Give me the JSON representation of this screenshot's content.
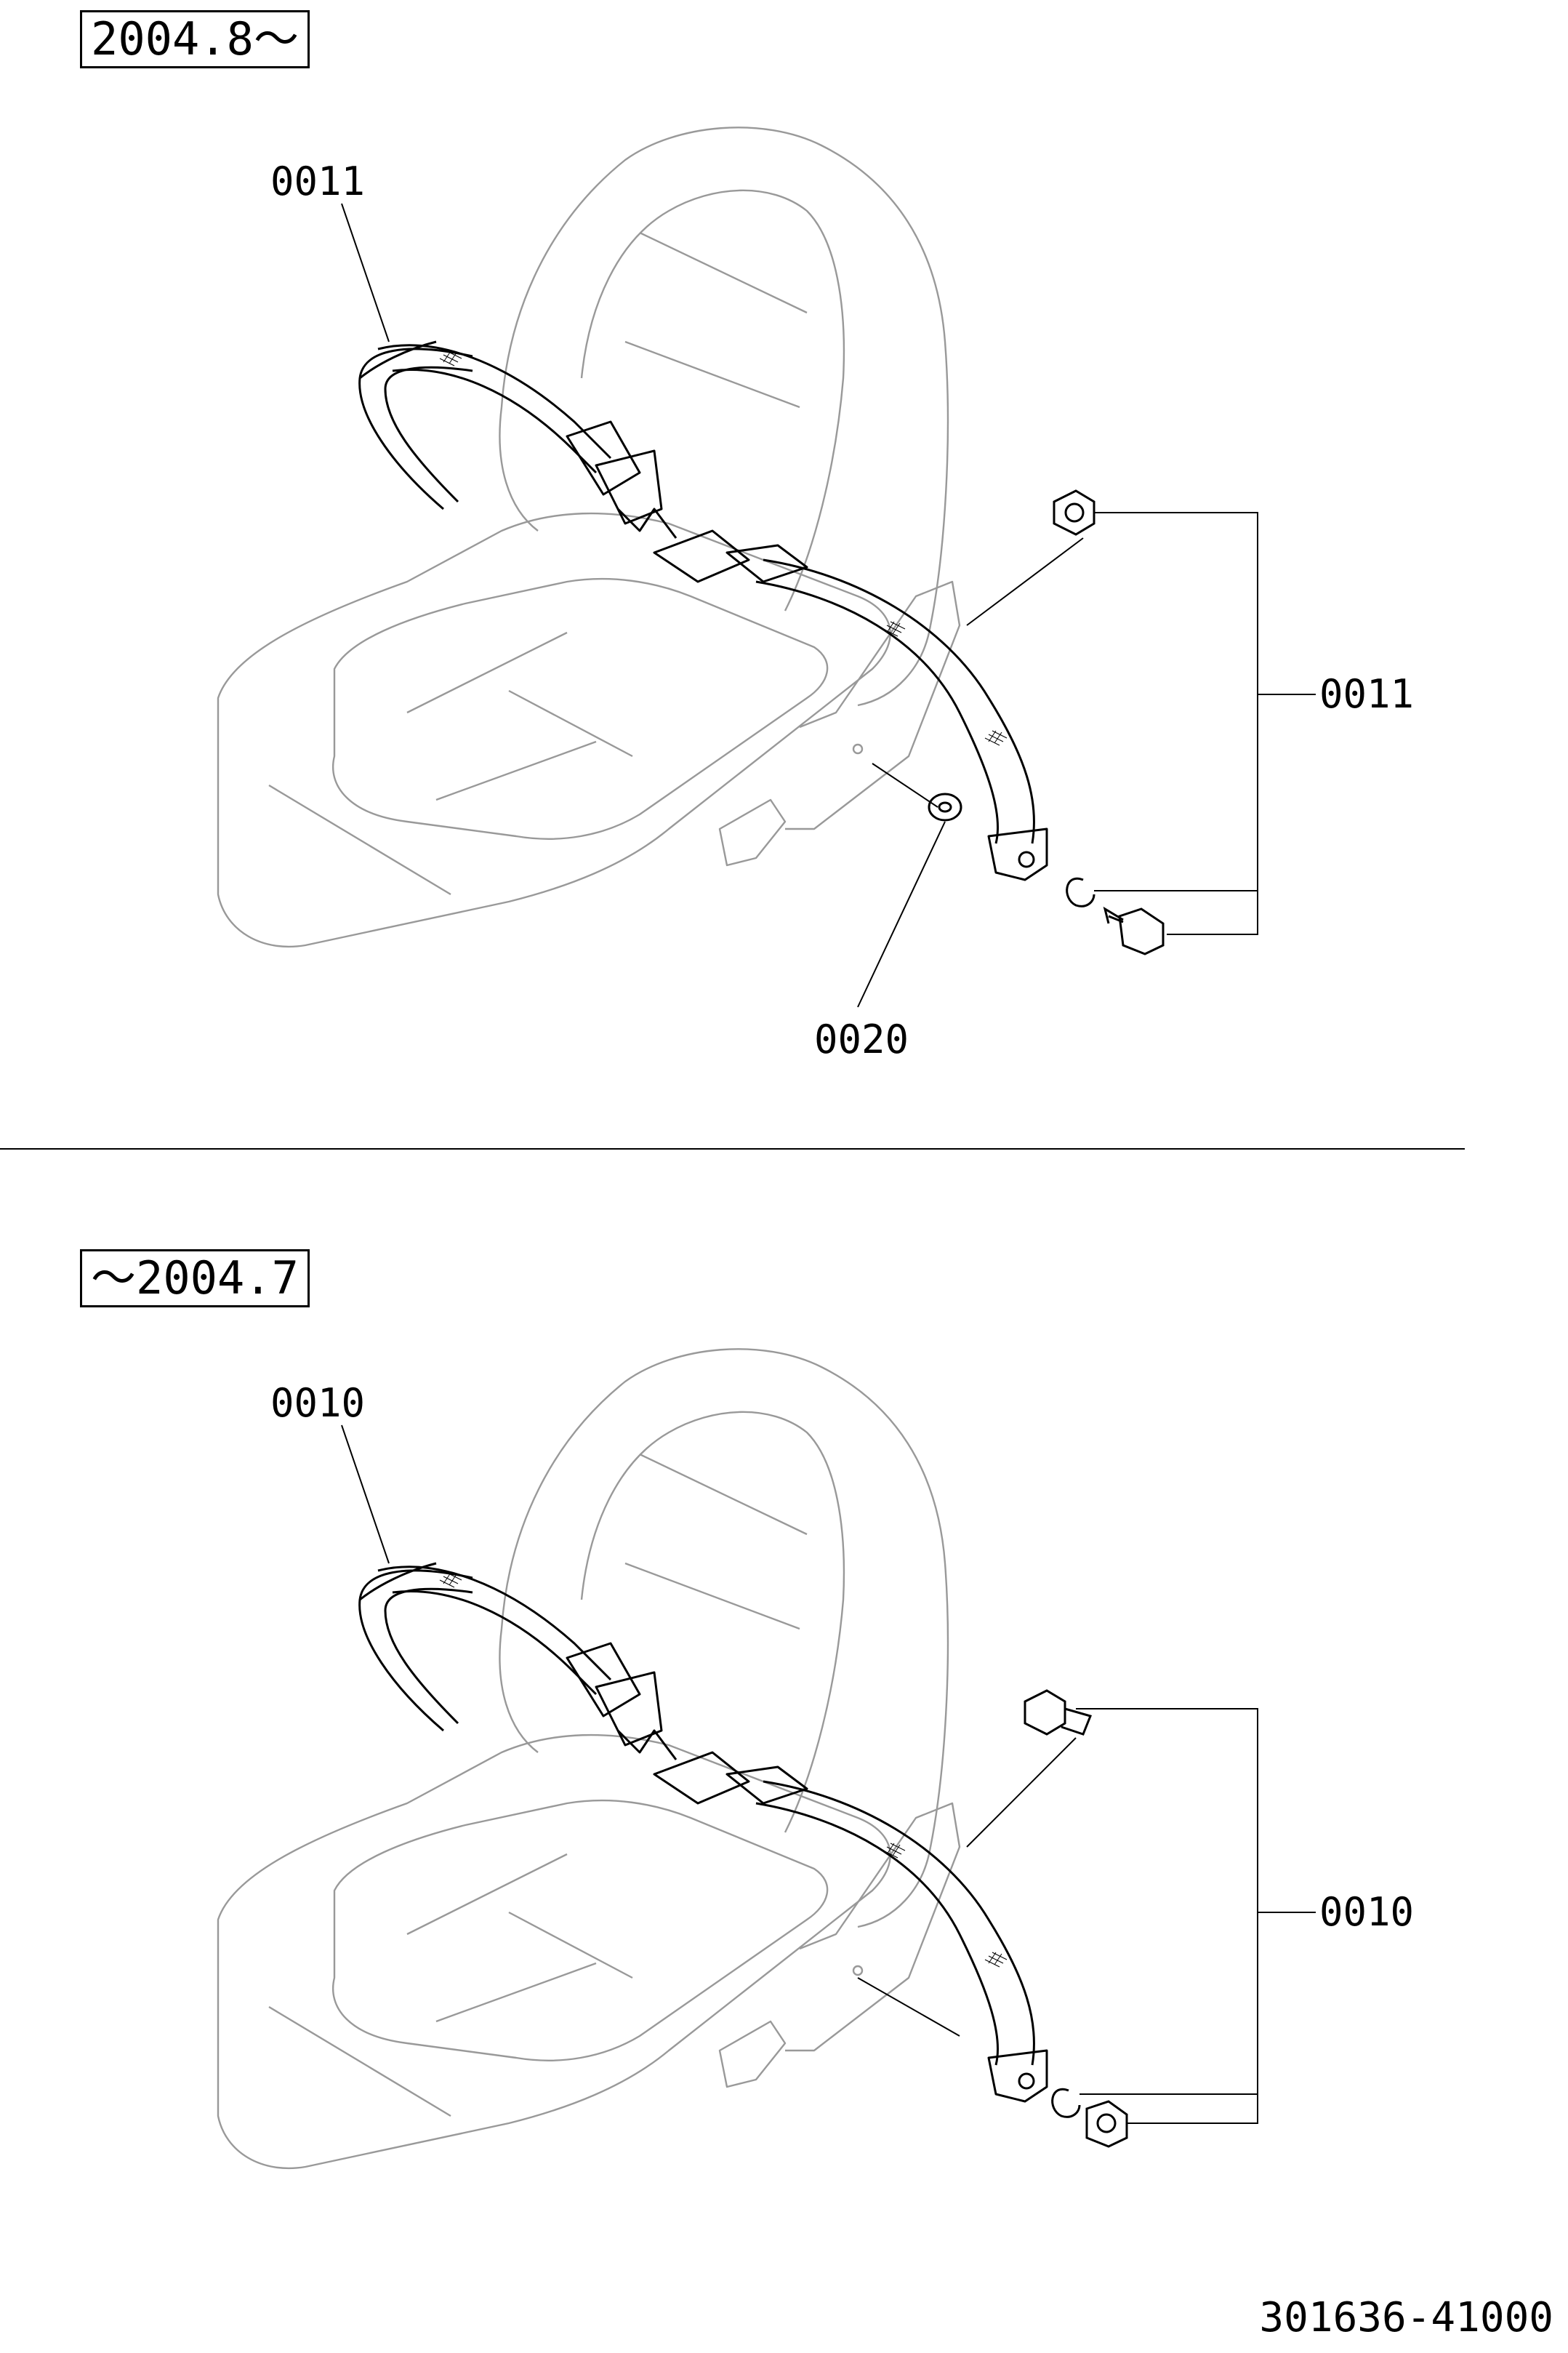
{
  "top_section": {
    "period_label": "2004.8〜",
    "callouts": {
      "belt_upper": "0011",
      "hardware_right": "0011",
      "washer": "0020"
    }
  },
  "bottom_section": {
    "period_label": "〜2004.7",
    "callouts": {
      "belt_upper": "0010",
      "hardware_right": "0010"
    }
  },
  "drawing_number": "301636-41000"
}
